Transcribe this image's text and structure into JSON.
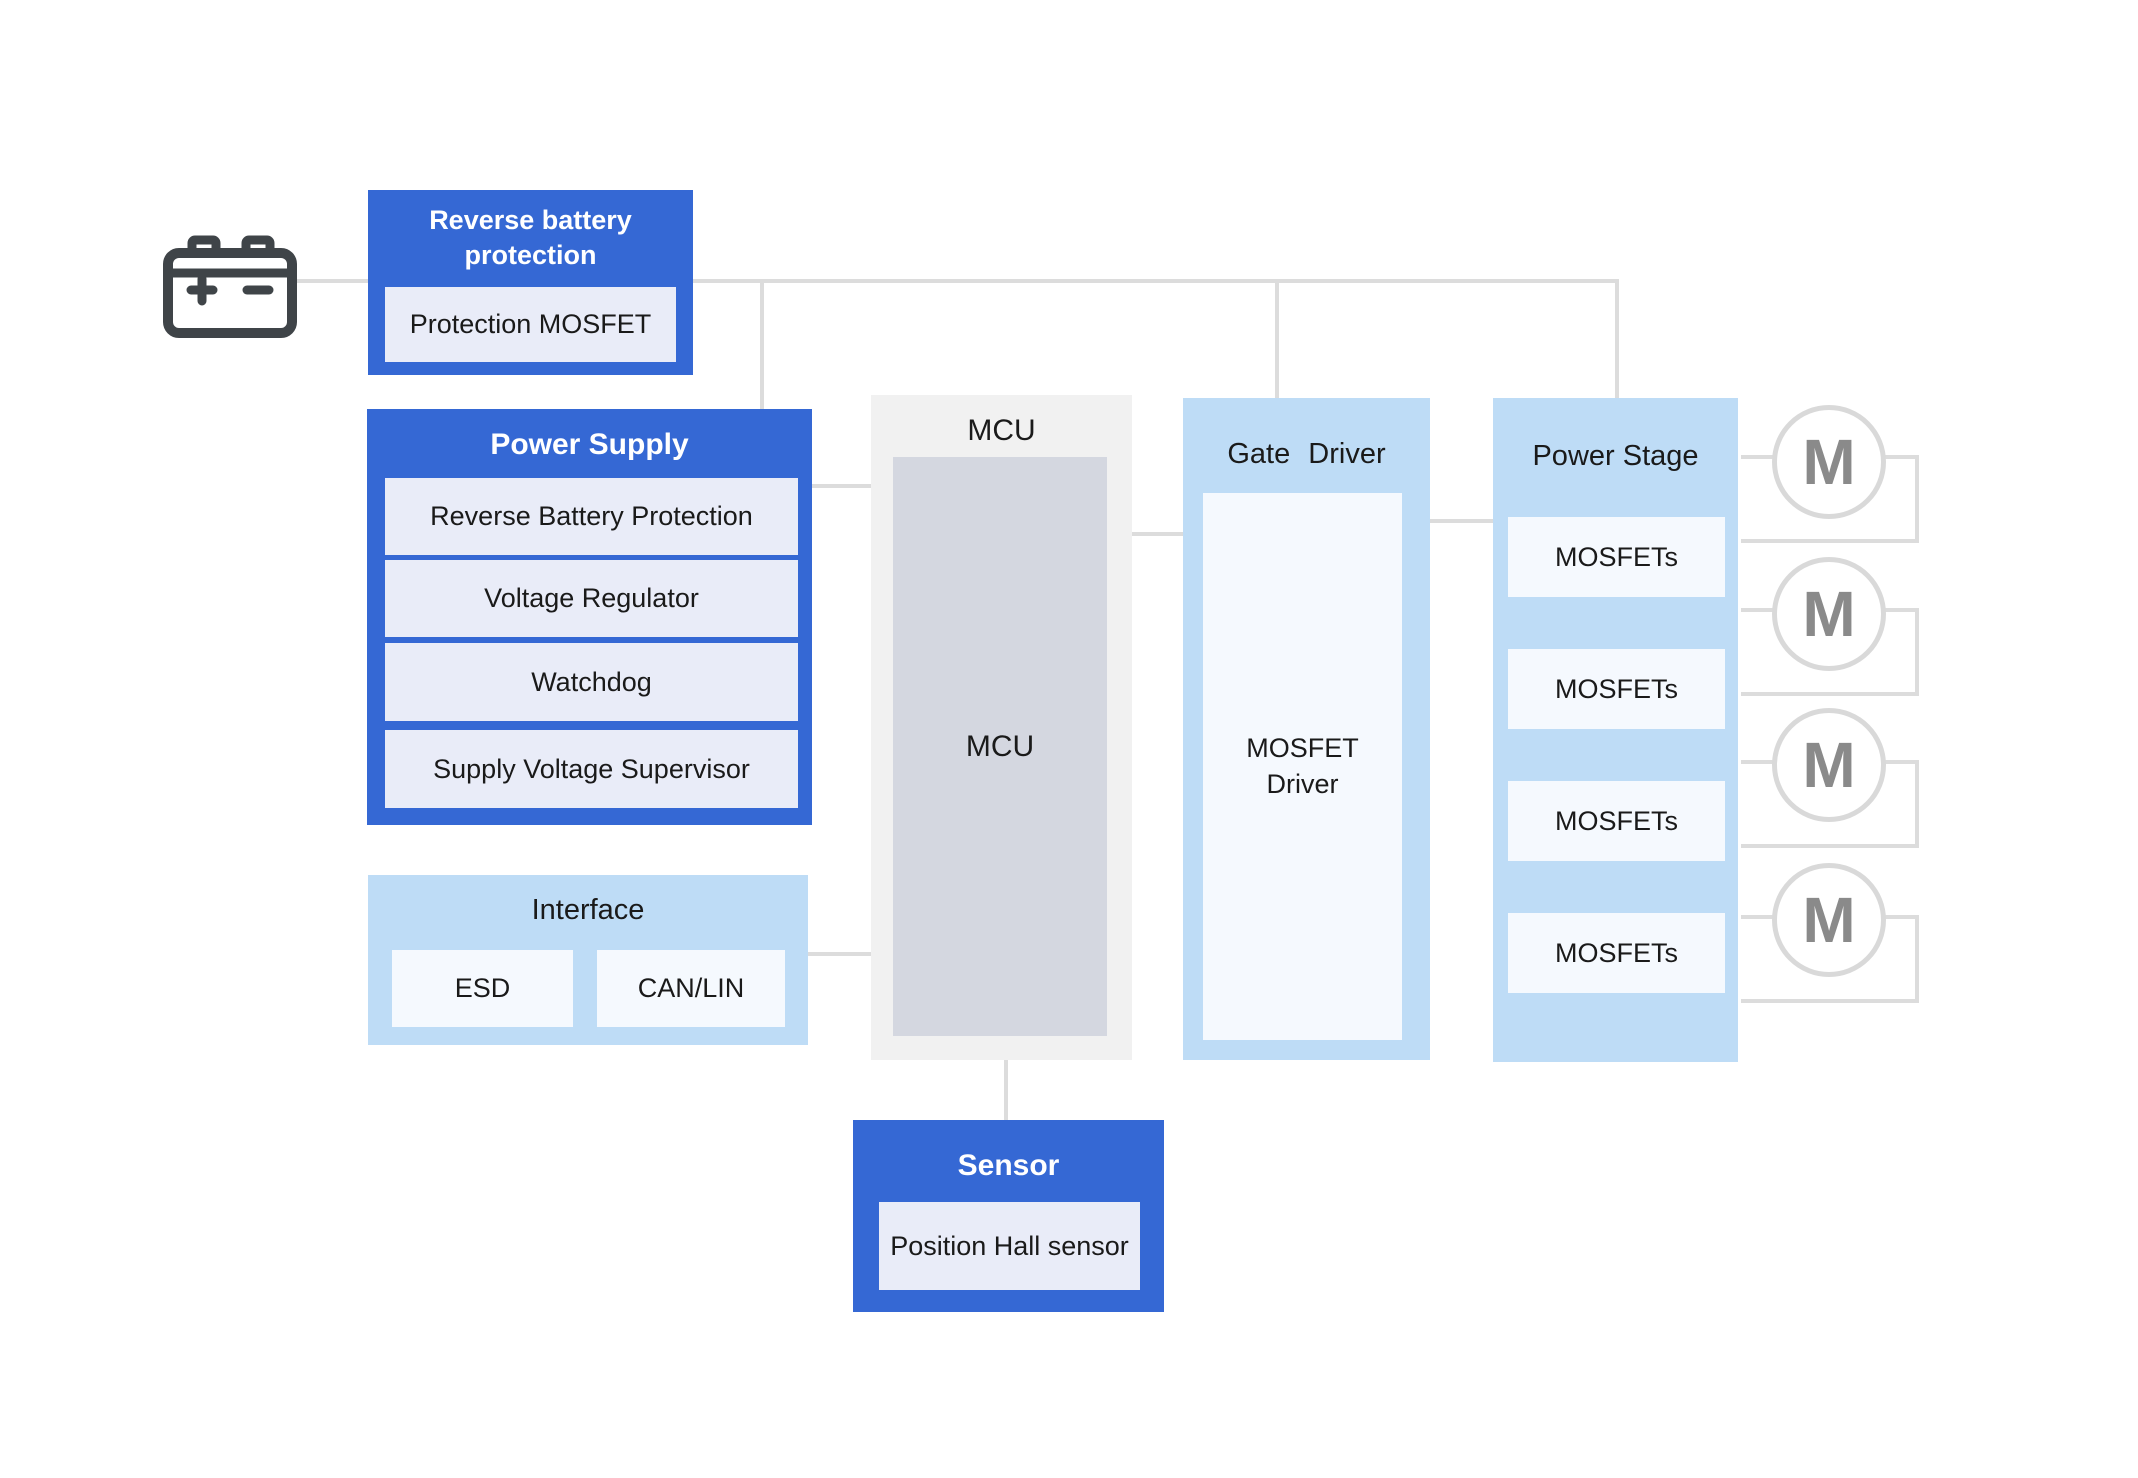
{
  "colors": {
    "dark_blue": "#3568d4",
    "light_blue": "#bedcf6",
    "lavender": "#e9ecf8",
    "pale_blue": "#f5f9fe",
    "block_gray": "#f1f1f1",
    "inner_gray": "#d4d7e0",
    "line_gray": "#dcdcdc",
    "motor_ring": "#d9d9d9",
    "motor_letter": "#8a8a8a",
    "battery_icon": "#3f4448",
    "text_dark": "#1a1a1a"
  },
  "icons": {
    "battery": "car-battery-icon",
    "motor": "motor-circle"
  },
  "blocks": {
    "reverse_battery": {
      "title": "Reverse battery protection",
      "items": [
        "Protection MOSFET"
      ]
    },
    "power_supply": {
      "title": "Power Supply",
      "items": [
        "Reverse Battery Protection",
        "Voltage Regulator",
        "Watchdog",
        "Supply Voltage Supervisor"
      ]
    },
    "interface": {
      "title": "Interface",
      "items": [
        "ESD",
        "CAN/LIN"
      ]
    },
    "mcu": {
      "title": "MCU",
      "inner_label": "MCU"
    },
    "gate_driver": {
      "title": "Gate Driver",
      "inner_label": "MOSFET Driver"
    },
    "power_stage": {
      "title": "Power Stage",
      "items": [
        "MOSFETs",
        "MOSFETs",
        "MOSFETs",
        "MOSFETs"
      ]
    },
    "sensor": {
      "title": "Sensor",
      "items": [
        "Position Hall sensor"
      ]
    },
    "motors": [
      "M",
      "M",
      "M",
      "M"
    ]
  }
}
